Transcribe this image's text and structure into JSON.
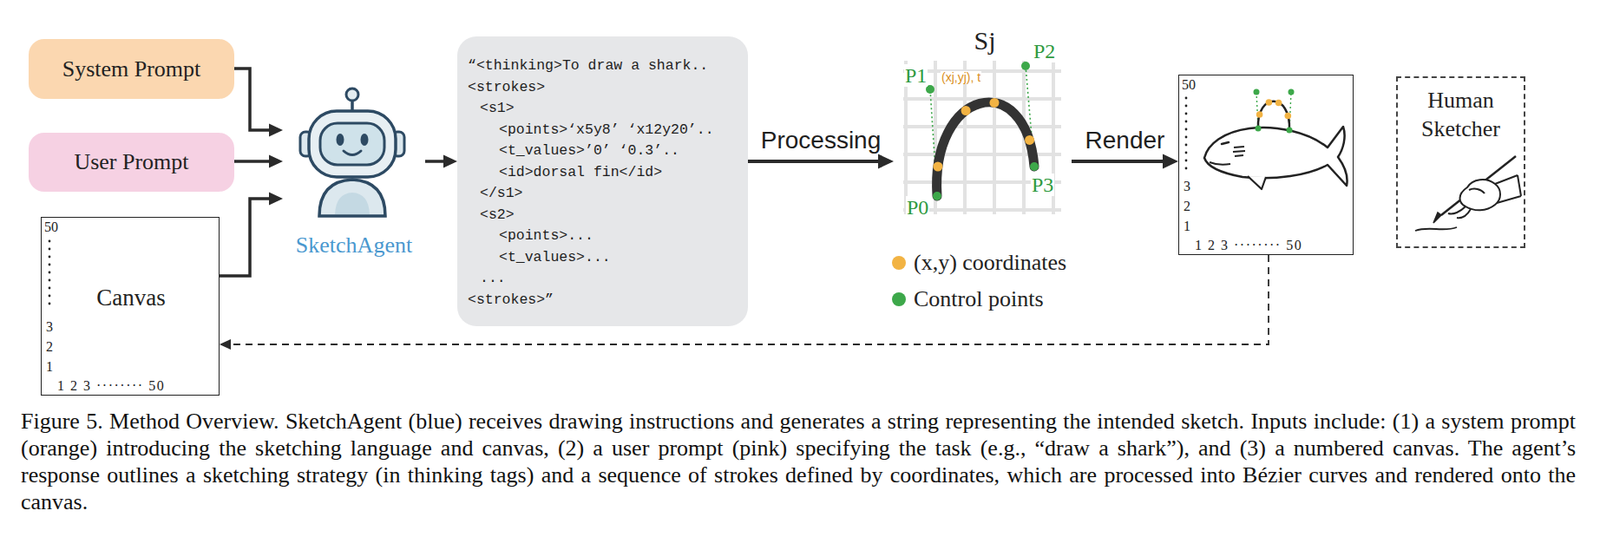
{
  "diagram": {
    "caption": "Figure 5. Method Overview. SketchAgent (blue) receives drawing instructions and generates a string representing the intended sketch. Inputs include: (1) a system prompt (orange) introducing the sketching language and canvas, (2) a user prompt (pink) specifying the task (e.g., “draw a shark”), and (3) a numbered canvas. The agent’s response outlines a sketching strategy (in thinking tags) and a sequence of strokes defined by coordinates, which are processed into Bézier curves and rendered onto the canvas.",
    "nodes": [
      {
        "text": [
          "System Prompt"
        ]
      },
      {
        "text": [
          "User Prompt"
        ]
      },
      {
        "text": [
          "50",
          "Canvas",
          "3",
          "2",
          "1",
          "1 2 3 ········ 50"
        ]
      },
      {
        "text": [
          "SketchAgent"
        ]
      },
      {
        "text": [
          "“<thinking>To draw a shark..",
          "<strokes>",
          "<s1>",
          "<points>‘x5y8’ ‘x12y20’..",
          "<t_values>’0’ ‘0.3’..",
          "<id>dorsal fin</id>",
          "</s1>",
          "<s2>",
          "<points>...",
          "<t_values>...",
          "...",
          "<strokes>”"
        ]
      },
      {
        "text": [
          "Sj"
        ]
      },
      {
        "text": [
          "50",
          "3",
          "2",
          "1",
          "1 2 3 ········ 50"
        ]
      },
      {
        "text": [
          "Human Sketcher"
        ]
      }
    ],
    "edges": [
      {
        "from": 0,
        "to": 3,
        "arrow": "to"
      },
      {
        "from": 1,
        "to": 3,
        "arrow": "to"
      },
      {
        "from": 2,
        "to": 3,
        "arrow": "to"
      },
      {
        "from": 3,
        "to": 4,
        "arrow": "to"
      },
      {
        "from": 4,
        "to": 5,
        "arrow": "to",
        "label": "Processing"
      },
      {
        "from": 5,
        "to": 6,
        "arrow": "to",
        "label": "Render"
      },
      {
        "from": 6,
        "to": 2,
        "arrow": "to"
      }
    ],
    "labels": [
      "P1",
      "(xj,yj), t",
      "P2",
      "P0",
      "P3"
    ],
    "legend": [
      {
        "text": "(x,y) coordinates",
        "color": "#f2b343"
      },
      {
        "text": "Control points",
        "color": "#3da84a"
      }
    ]
  }
}
